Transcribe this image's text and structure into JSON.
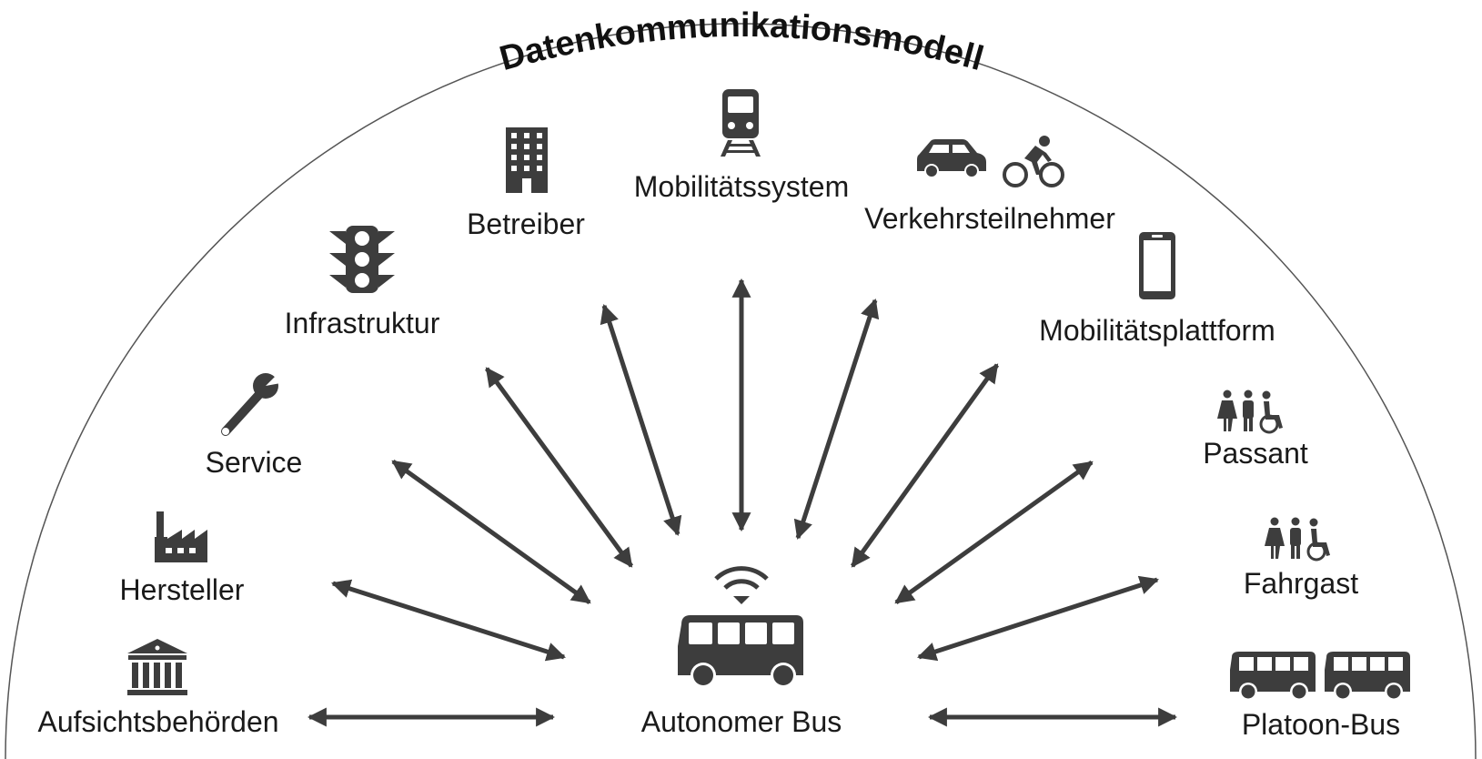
{
  "title": "Datenkommunikationsmodell",
  "center": {
    "label": "Autonomer Bus",
    "icon": "bus-icon",
    "signal_icon": "wifi-icon"
  },
  "nodes": [
    {
      "id": "aufsichtsbehoerden",
      "label": "Aufsichtsbehörden",
      "icon": "government-building-icon"
    },
    {
      "id": "hersteller",
      "label": "Hersteller",
      "icon": "factory-icon"
    },
    {
      "id": "service",
      "label": "Service",
      "icon": "wrench-icon"
    },
    {
      "id": "infrastruktur",
      "label": "Infrastruktur",
      "icon": "traffic-light-icon"
    },
    {
      "id": "betreiber",
      "label": "Betreiber",
      "icon": "office-building-icon"
    },
    {
      "id": "mobilitaetssystem",
      "label": "Mobilitätssystem",
      "icon": "train-icon"
    },
    {
      "id": "verkehrsteilnehmer",
      "label": "Verkehrsteilnehmer",
      "icon": "car-and-cyclist-icon"
    },
    {
      "id": "mobilitaetsplattform",
      "label": "Mobilitätsplattform",
      "icon": "smartphone-icon"
    },
    {
      "id": "passant",
      "label": "Passant",
      "icon": "pedestrians-icon"
    },
    {
      "id": "fahrgast",
      "label": "Fahrgast",
      "icon": "passengers-icon"
    },
    {
      "id": "platoon-bus",
      "label": "Platoon-Bus",
      "icon": "two-buses-icon"
    }
  ],
  "connections": "bidirectional",
  "colors": {
    "arrow": "#3d3d3d",
    "icon": "#3d3d3d",
    "text": "#1a1a1a",
    "arc": "#555555"
  }
}
